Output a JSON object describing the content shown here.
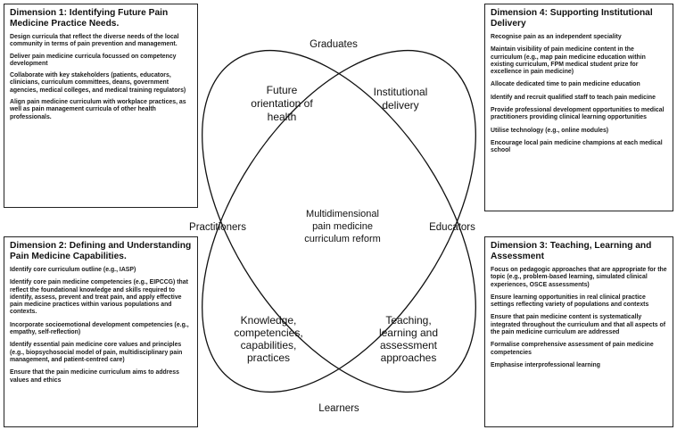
{
  "dimensions": {
    "d1": {
      "title": "Dimension 1: Identifying Future Pain Medicine Practice Needs.",
      "items": [
        "Design curricula that reflect the diverse needs of the local community in terms of pain prevention and management.",
        "Deliver pain medicine curricula focussed on competency development",
        "Collaborate with key stakeholders (patients, educators, clinicians, curriculum committees, deans, government agencies, medical colleges, and medical training regulators)",
        "Align pain medicine curriculum with workplace practices, as well as pain management curricula of other health professionals."
      ]
    },
    "d4": {
      "title": "Dimension 4: Supporting Institutional Delivery",
      "items": [
        "Recognise pain as an independent speciality",
        "Maintain visibility of pain medicine content in the curriculum (e.g., map pain medicine education within existing curriculum, FPM medical student prize for excellence in pain medicine)",
        "Allocate dedicated time to pain medicine education",
        "Identify and recruit qualified staff to teach pain medicine",
        "Provide professional development opportunities to medical practitioners providing clinical learning opportunities",
        "Utilise technology (e.g., online modules)",
        "Encourage local pain medicine champions at each medical school"
      ]
    },
    "d2": {
      "title": "Dimension 2: Defining and Understanding Pain Medicine Capabilities.",
      "items": [
        "Identify core curriculum outline (e.g., IASP)",
        "Identify core pain medicine competencies (e.g., EIPCCG) that reflect the foundational knowledge and skills required to identify, assess, prevent and treat pain, and apply effective pain medicine practices within various populations and contexts.",
        "Incorporate socioemotional development competencies (e.g., empathy, self-reflection)",
        "Identify essential pain medicine core values and principles (e.g., biopsychosocial model of pain, multidisciplinary pain management, and patient-centred care)",
        "Ensure that the pain medicine curriculum aims to address values and ethics"
      ]
    },
    "d3": {
      "title": "Dimension 3: Teaching, Learning and Assessment",
      "items": [
        "Focus on pedagogic approaches that are appropriate for the topic (e.g., problem-based learning, simulated clinical experiences, OSCE assessments)",
        "Ensure learning opportunities in real clinical practice settings reflecting variety of populations and contexts",
        "Ensure that pain medicine content is systematically integrated throughout the curriculum and that all aspects of the pain medicine curriculum are addressed",
        "Formalise comprehensive assessment of pain medicine competencies",
        "Emphasise interprofessional learning"
      ]
    }
  },
  "diagram": {
    "top_label": "Graduates",
    "left_label": "Practitioners",
    "right_label": "Educators",
    "bottom_label": "Learners",
    "center_lines": [
      "Multidimensional",
      "pain medicine",
      "curriculum reform"
    ],
    "petal_top_left": [
      "Future",
      "orientation of",
      "health"
    ],
    "petal_top_right": [
      "Institutional",
      "delivery"
    ],
    "petal_bottom_left": [
      "Knowledge,",
      "competencies,",
      "capabilities,",
      "practices"
    ],
    "petal_bottom_right": [
      "Teaching,",
      "learning and",
      "assessment",
      "approaches"
    ]
  }
}
